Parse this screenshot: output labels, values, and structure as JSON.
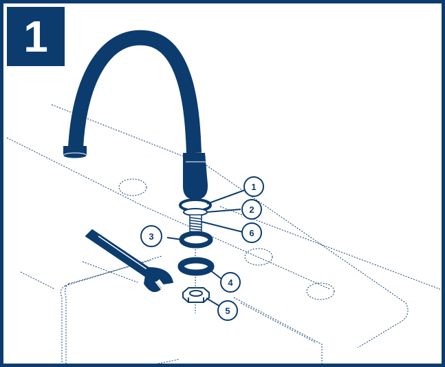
{
  "step_number": "1",
  "colors": {
    "primary": "#0c3c6e",
    "background": "#ffffff",
    "outline": "#0c3c6e"
  },
  "parts": [
    {
      "id": "1",
      "name": "ring"
    },
    {
      "id": "2",
      "name": "gasket"
    },
    {
      "id": "3",
      "name": "washer"
    },
    {
      "id": "4",
      "name": "washer"
    },
    {
      "id": "5",
      "name": "nut"
    },
    {
      "id": "6",
      "name": "threaded-stem"
    }
  ],
  "icons": [
    "faucet-icon",
    "wrench-icon",
    "sink-outline"
  ]
}
